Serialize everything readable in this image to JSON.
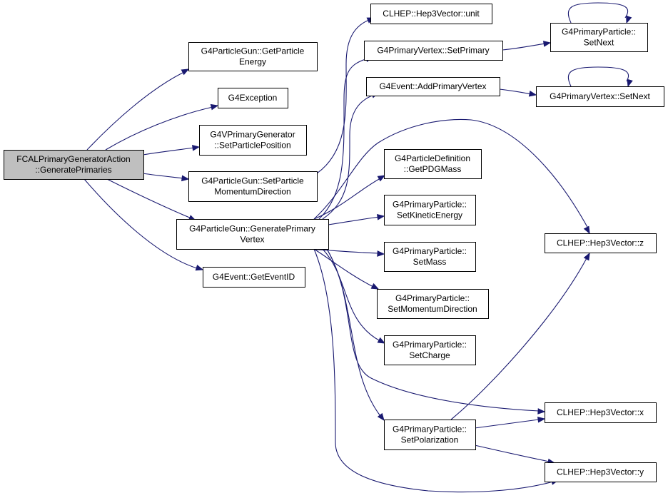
{
  "graph": {
    "nodes": {
      "fcal": {
        "lines": [
          "FCALPrimaryGeneratorAction",
          "::GeneratePrimaries"
        ],
        "root": true
      },
      "getEnergy": {
        "lines": [
          "G4ParticleGun::GetParticle",
          "Energy"
        ]
      },
      "exception": {
        "lines": [
          "G4Exception"
        ]
      },
      "setPos": {
        "lines": [
          "G4VPrimaryGenerator",
          "::SetParticlePosition"
        ]
      },
      "setMomDir": {
        "lines": [
          "G4ParticleGun::SetParticle",
          "MomentumDirection"
        ]
      },
      "genVertex": {
        "lines": [
          "G4ParticleGun::GeneratePrimary",
          "Vertex"
        ]
      },
      "getEventID": {
        "lines": [
          "G4Event::GetEventID"
        ]
      },
      "unit": {
        "lines": [
          "CLHEP::Hep3Vector::unit"
        ]
      },
      "pvSetPrimary": {
        "lines": [
          "G4PrimaryVertex::SetPrimary"
        ]
      },
      "addPV": {
        "lines": [
          "G4Event::AddPrimaryVertex"
        ]
      },
      "pdgMass": {
        "lines": [
          "G4ParticleDefinition",
          "::GetPDGMass"
        ]
      },
      "setKE": {
        "lines": [
          "G4PrimaryParticle::",
          "SetKineticEnergy"
        ]
      },
      "setMass": {
        "lines": [
          "G4PrimaryParticle::",
          "SetMass"
        ]
      },
      "setMomDirPP": {
        "lines": [
          "G4PrimaryParticle::",
          "SetMomentumDirection"
        ]
      },
      "setCharge": {
        "lines": [
          "G4PrimaryParticle::",
          "SetCharge"
        ]
      },
      "setPol": {
        "lines": [
          "G4PrimaryParticle::",
          "SetPolarization"
        ]
      },
      "ppSetNext": {
        "lines": [
          "G4PrimaryParticle::",
          "SetNext"
        ]
      },
      "pvSetNext": {
        "lines": [
          "G4PrimaryVertex::SetNext"
        ]
      },
      "vz": {
        "lines": [
          "CLHEP::Hep3Vector::z"
        ]
      },
      "vx": {
        "lines": [
          "CLHEP::Hep3Vector::x"
        ]
      },
      "vy": {
        "lines": [
          "CLHEP::Hep3Vector::y"
        ]
      }
    },
    "edges": [
      {
        "from": "fcal",
        "to": "getEnergy"
      },
      {
        "from": "fcal",
        "to": "exception"
      },
      {
        "from": "fcal",
        "to": "setPos"
      },
      {
        "from": "fcal",
        "to": "setMomDir"
      },
      {
        "from": "fcal",
        "to": "genVertex"
      },
      {
        "from": "fcal",
        "to": "getEventID"
      },
      {
        "from": "setMomDir",
        "to": "unit"
      },
      {
        "from": "genVertex",
        "to": "pvSetPrimary"
      },
      {
        "from": "genVertex",
        "to": "addPV"
      },
      {
        "from": "genVertex",
        "to": "pdgMass"
      },
      {
        "from": "genVertex",
        "to": "setKE"
      },
      {
        "from": "genVertex",
        "to": "setMass"
      },
      {
        "from": "genVertex",
        "to": "setMomDirPP"
      },
      {
        "from": "genVertex",
        "to": "setCharge"
      },
      {
        "from": "genVertex",
        "to": "setPol"
      },
      {
        "from": "genVertex",
        "to": "vz"
      },
      {
        "from": "genVertex",
        "to": "vx"
      },
      {
        "from": "genVertex",
        "to": "vy"
      },
      {
        "from": "pvSetPrimary",
        "to": "ppSetNext"
      },
      {
        "from": "ppSetNext",
        "to": "ppSetNext"
      },
      {
        "from": "addPV",
        "to": "pvSetNext"
      },
      {
        "from": "pvSetNext",
        "to": "pvSetNext"
      },
      {
        "from": "setPol",
        "to": "vz"
      },
      {
        "from": "setPol",
        "to": "vx"
      },
      {
        "from": "setPol",
        "to": "vy"
      }
    ]
  },
  "colors": {
    "edge": "#191970",
    "root_fill": "#bfbfbf",
    "node_fill": "#ffffff",
    "node_border": "#000000"
  }
}
